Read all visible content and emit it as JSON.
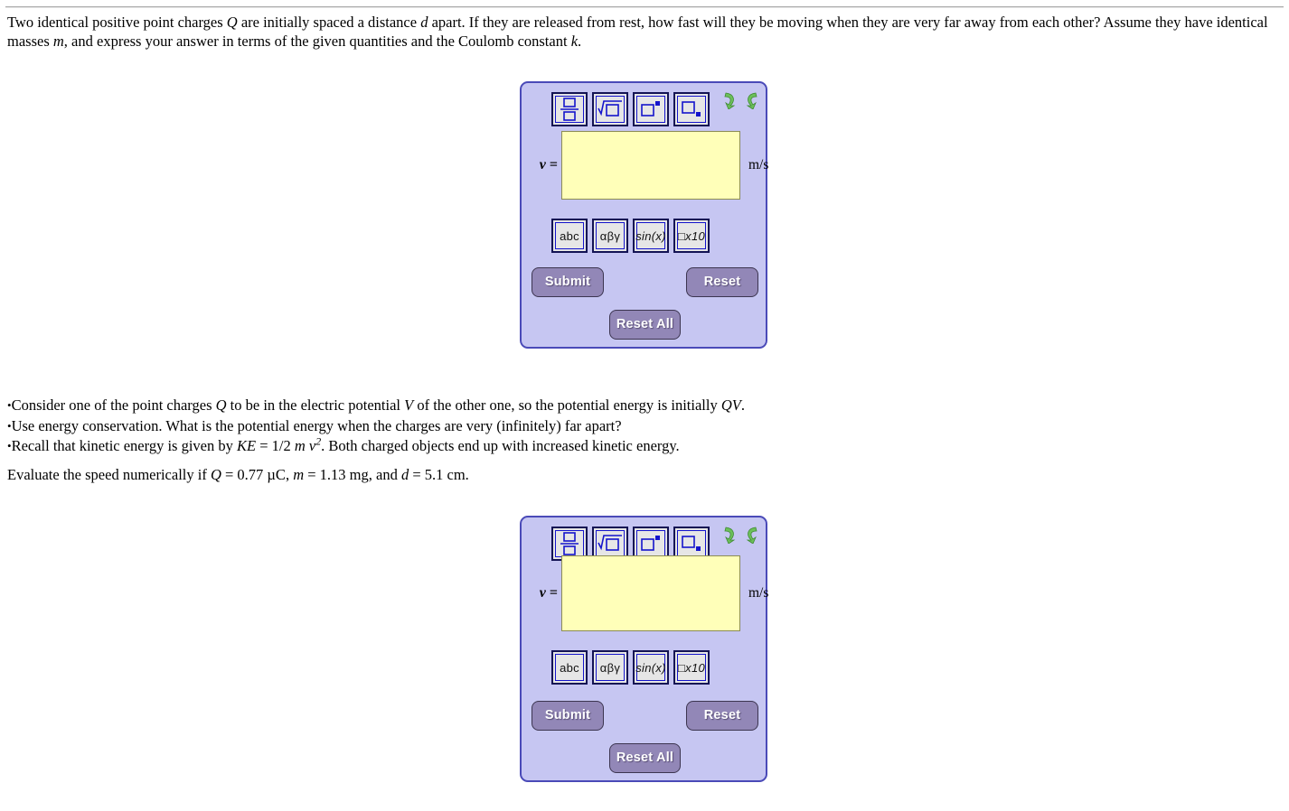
{
  "problem": {
    "text_part1": "Two identical positive point charges ",
    "charge_symbol": "Q",
    "text_part2": " are initially spaced a distance ",
    "distance_symbol": "d",
    "text_part3": " apart. If they are released from rest, how fast will they be moving when they are very far away from each other? Assume they have identical masses ",
    "mass_symbol": "m",
    "text_part4": ", and express your answer in terms of the given quantities and the Coulomb constant ",
    "coulomb_symbol": "k",
    "text_part5": "."
  },
  "hints": {
    "bullet": "•",
    "hint1_a": "Consider one of the point charges ",
    "hint1_q": "Q",
    "hint1_b": " to be in the electric potential ",
    "hint1_v": "V",
    "hint1_c": " of the other one, so the potential energy is initially ",
    "hint1_qv": "QV",
    "hint1_d": ".",
    "hint2": "Use energy conservation. What is the potential energy when the charges are very (infinitely) far apart?",
    "hint3_a": "Recall that kinetic energy is given by ",
    "hint3_ke": "KE",
    "hint3_b": " = 1/2 ",
    "hint3_m": "m",
    "hint3_c": " ",
    "hint3_v": "v",
    "hint3_exp": "2",
    "hint3_d": ". Both charged objects end up with increased kinetic energy."
  },
  "evaluate": {
    "text_a": "Evaluate the speed numerically if ",
    "q_label": "Q",
    "q_value": " = 0.77 µC, ",
    "m_label": "m",
    "m_value": " = 1.13 mg, and ",
    "d_label": "d",
    "d_value": " = 5.1 cm."
  },
  "widget": {
    "variable_label": "v",
    "equals": " =",
    "unit": "m/s",
    "answer_value": "",
    "toolbar_top": [
      {
        "name": "fraction",
        "label": "fraction-template"
      },
      {
        "name": "sqrt",
        "label": "square-root-template"
      },
      {
        "name": "superscript",
        "label": "superscript-template"
      },
      {
        "name": "subscript",
        "label": "subscript-template"
      }
    ],
    "toolbar_bottom": [
      {
        "name": "abc",
        "label": "abc"
      },
      {
        "name": "greek",
        "label": "αβγ"
      },
      {
        "name": "trig",
        "label": "sin(x)"
      },
      {
        "name": "scientific",
        "label": "□x10"
      }
    ],
    "history": [
      {
        "name": "undo",
        "label": "undo"
      },
      {
        "name": "redo",
        "label": "redo"
      }
    ],
    "buttons": {
      "submit": "Submit",
      "reset": "Reset",
      "reset_all": "Reset All"
    }
  },
  "colors": {
    "panel_bg": "#c6c6f2",
    "panel_border": "#4a4ab8",
    "input_bg": "#ffffb9",
    "input_border": "#8c8c55",
    "button_bg": "#9287b7",
    "mbtn_bg": "#e6e6e6",
    "mbtn_border": "#131354",
    "icon_blue": "#1414cc",
    "arrow_green": "#66bb55"
  }
}
